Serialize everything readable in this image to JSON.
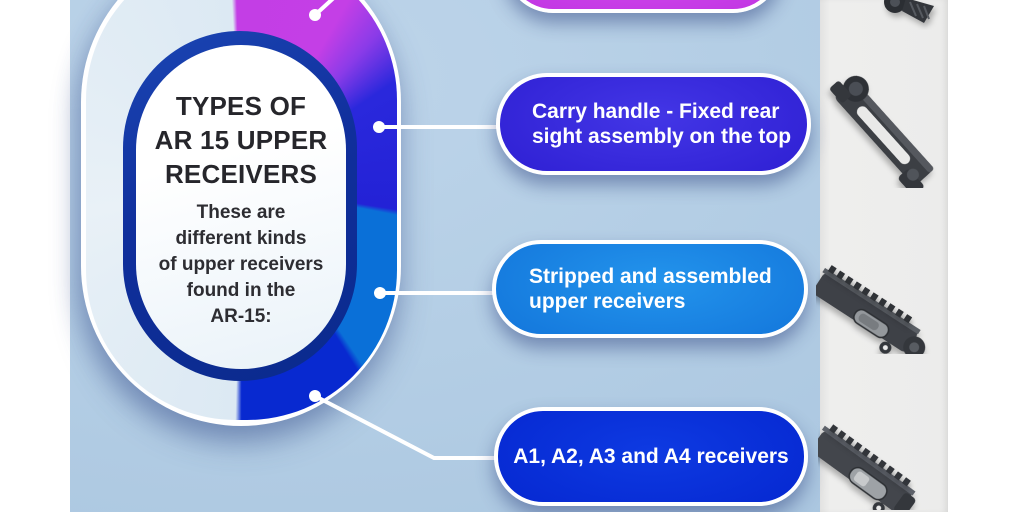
{
  "card": {
    "title_lines": [
      "TYPES OF",
      "AR 15 UPPER",
      "RECEIVERS"
    ],
    "subtitle_lines": [
      "These are",
      "different kinds",
      "of upper receivers",
      "found in the",
      "AR-15:"
    ]
  },
  "pills": [
    {
      "name": "topic-pill-partial-top",
      "lines": [],
      "note": "magenta pill cut off at top edge, no visible text"
    },
    {
      "name": "topic-pill-carry-handle",
      "lines": [
        "Carry handle - Fixed rear",
        "sight assembly on the top"
      ]
    },
    {
      "name": "topic-pill-stripped-assembled",
      "lines": [
        "Stripped and assembled",
        "upper receivers"
      ]
    },
    {
      "name": "topic-pill-a-series",
      "lines": [
        "A1, A2, A3 and A4 receivers"
      ]
    }
  ],
  "photos": [
    {
      "name": "carry-handle-mount-partial"
    },
    {
      "name": "detachable-carry-handle"
    },
    {
      "name": "assembled-upper-receiver"
    },
    {
      "name": "stripped-upper-receiver"
    }
  ],
  "colors": {
    "page_margin": "#ffffff",
    "background": "#b4cee5",
    "photo_panel": "#ececeb",
    "ring_magenta": "#c33ee5",
    "ring_violet": "#8a3be8",
    "ring_indigo": "#2322d6",
    "ring_blue": "#0a70d8",
    "ring_dark_blue": "#0829d0",
    "ring_pale": "#dce9f3",
    "card_border_navy": "#11349e",
    "pill_partial_magenta": "#c338e4",
    "pill_carry_handle": "#2d1ed2",
    "pill_stripped": "#1274da",
    "pill_a_series": "#0527d0",
    "pill_text": "#ffffff",
    "title_text": "#26262b",
    "connector": "#ffffff"
  }
}
